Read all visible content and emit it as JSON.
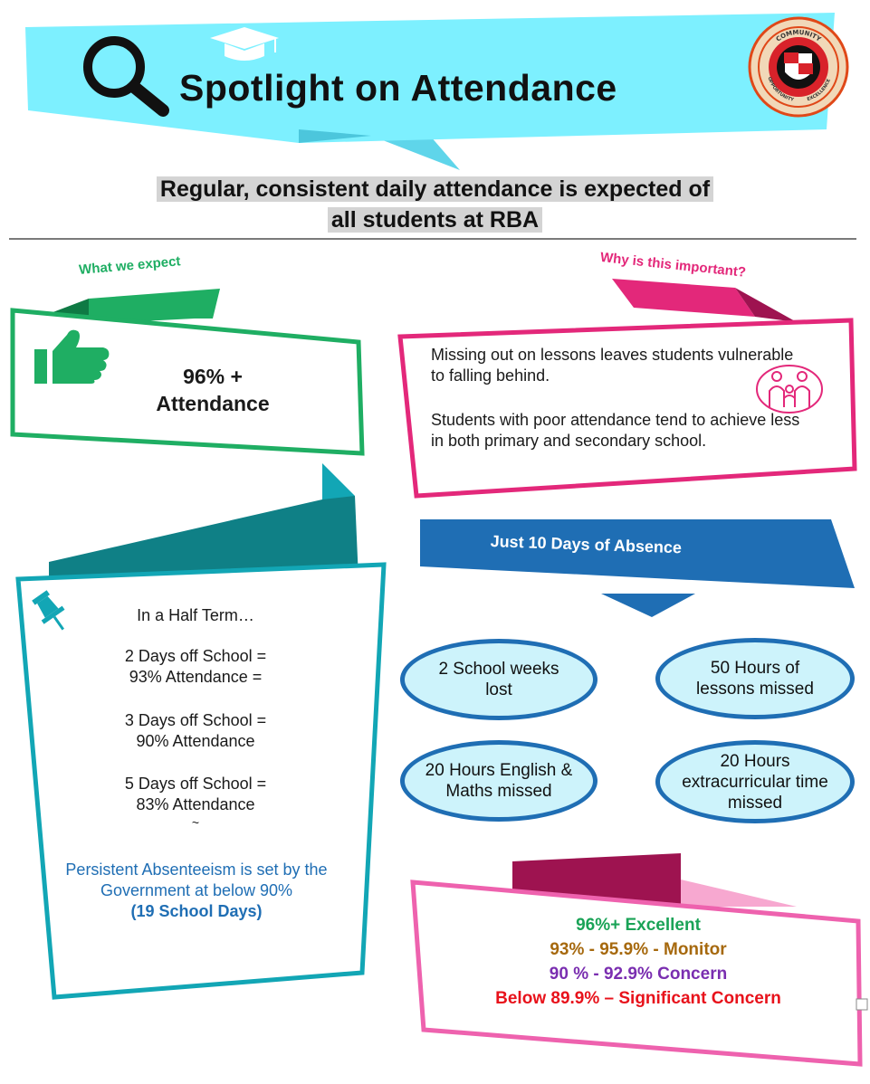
{
  "header": {
    "title": "Spotlight on Attendance",
    "logo_top_text": "COMMUNITY",
    "logo_left_text": "OPPORTUNITY",
    "logo_right_text": "EXCELLENCE"
  },
  "subtitle": {
    "line1": "Regular, consistent daily attendance is expected of",
    "line2": "all students at RBA"
  },
  "expect": {
    "ribbon_label": "What we expect",
    "headline_line1": "96% +",
    "headline_line2": "Attendance"
  },
  "important": {
    "ribbon_label": "Why is this important?",
    "para1": "Missing out on lessons leaves students vulnerable to falling behind.",
    "para2": "Students with poor attendance tend to achieve less in both primary and secondary school."
  },
  "half_term": {
    "intro": "In a Half Term…",
    "items": [
      {
        "line1": "2 Days off School =",
        "line2": "93% Attendance ="
      },
      {
        "line1": "3 Days off School =",
        "line2": "90% Attendance"
      },
      {
        "line1": "5 Days off School =",
        "line2": "83% Attendance"
      }
    ],
    "tilde": "~",
    "persistent_text": "Persistent Absenteeism is set by the Government at below 90%",
    "persistent_days": "(19 School Days)"
  },
  "absence": {
    "banner": "Just 10 Days of Absence",
    "ovals": [
      "2 School weeks lost",
      "50 Hours of lessons missed",
      "20 Hours English & Maths missed",
      "20 Hours extracurricular time missed"
    ]
  },
  "bands": [
    {
      "text": "96%+ Excellent",
      "color": "#1aa357"
    },
    {
      "text": "93% - 95.9% - Monitor",
      "color": "#a6690e"
    },
    {
      "text": "90 % - 92.9% Concern",
      "color": "#7a2eb0"
    },
    {
      "text": "Below 89.9% – Significant Concern",
      "color": "#e8121b"
    }
  ],
  "colors": {
    "header_cyan": "#7df0ff",
    "green": "#1fae63",
    "pink": "#e3287a",
    "teal": "#12a6b5",
    "blue": "#1f6eb4"
  }
}
